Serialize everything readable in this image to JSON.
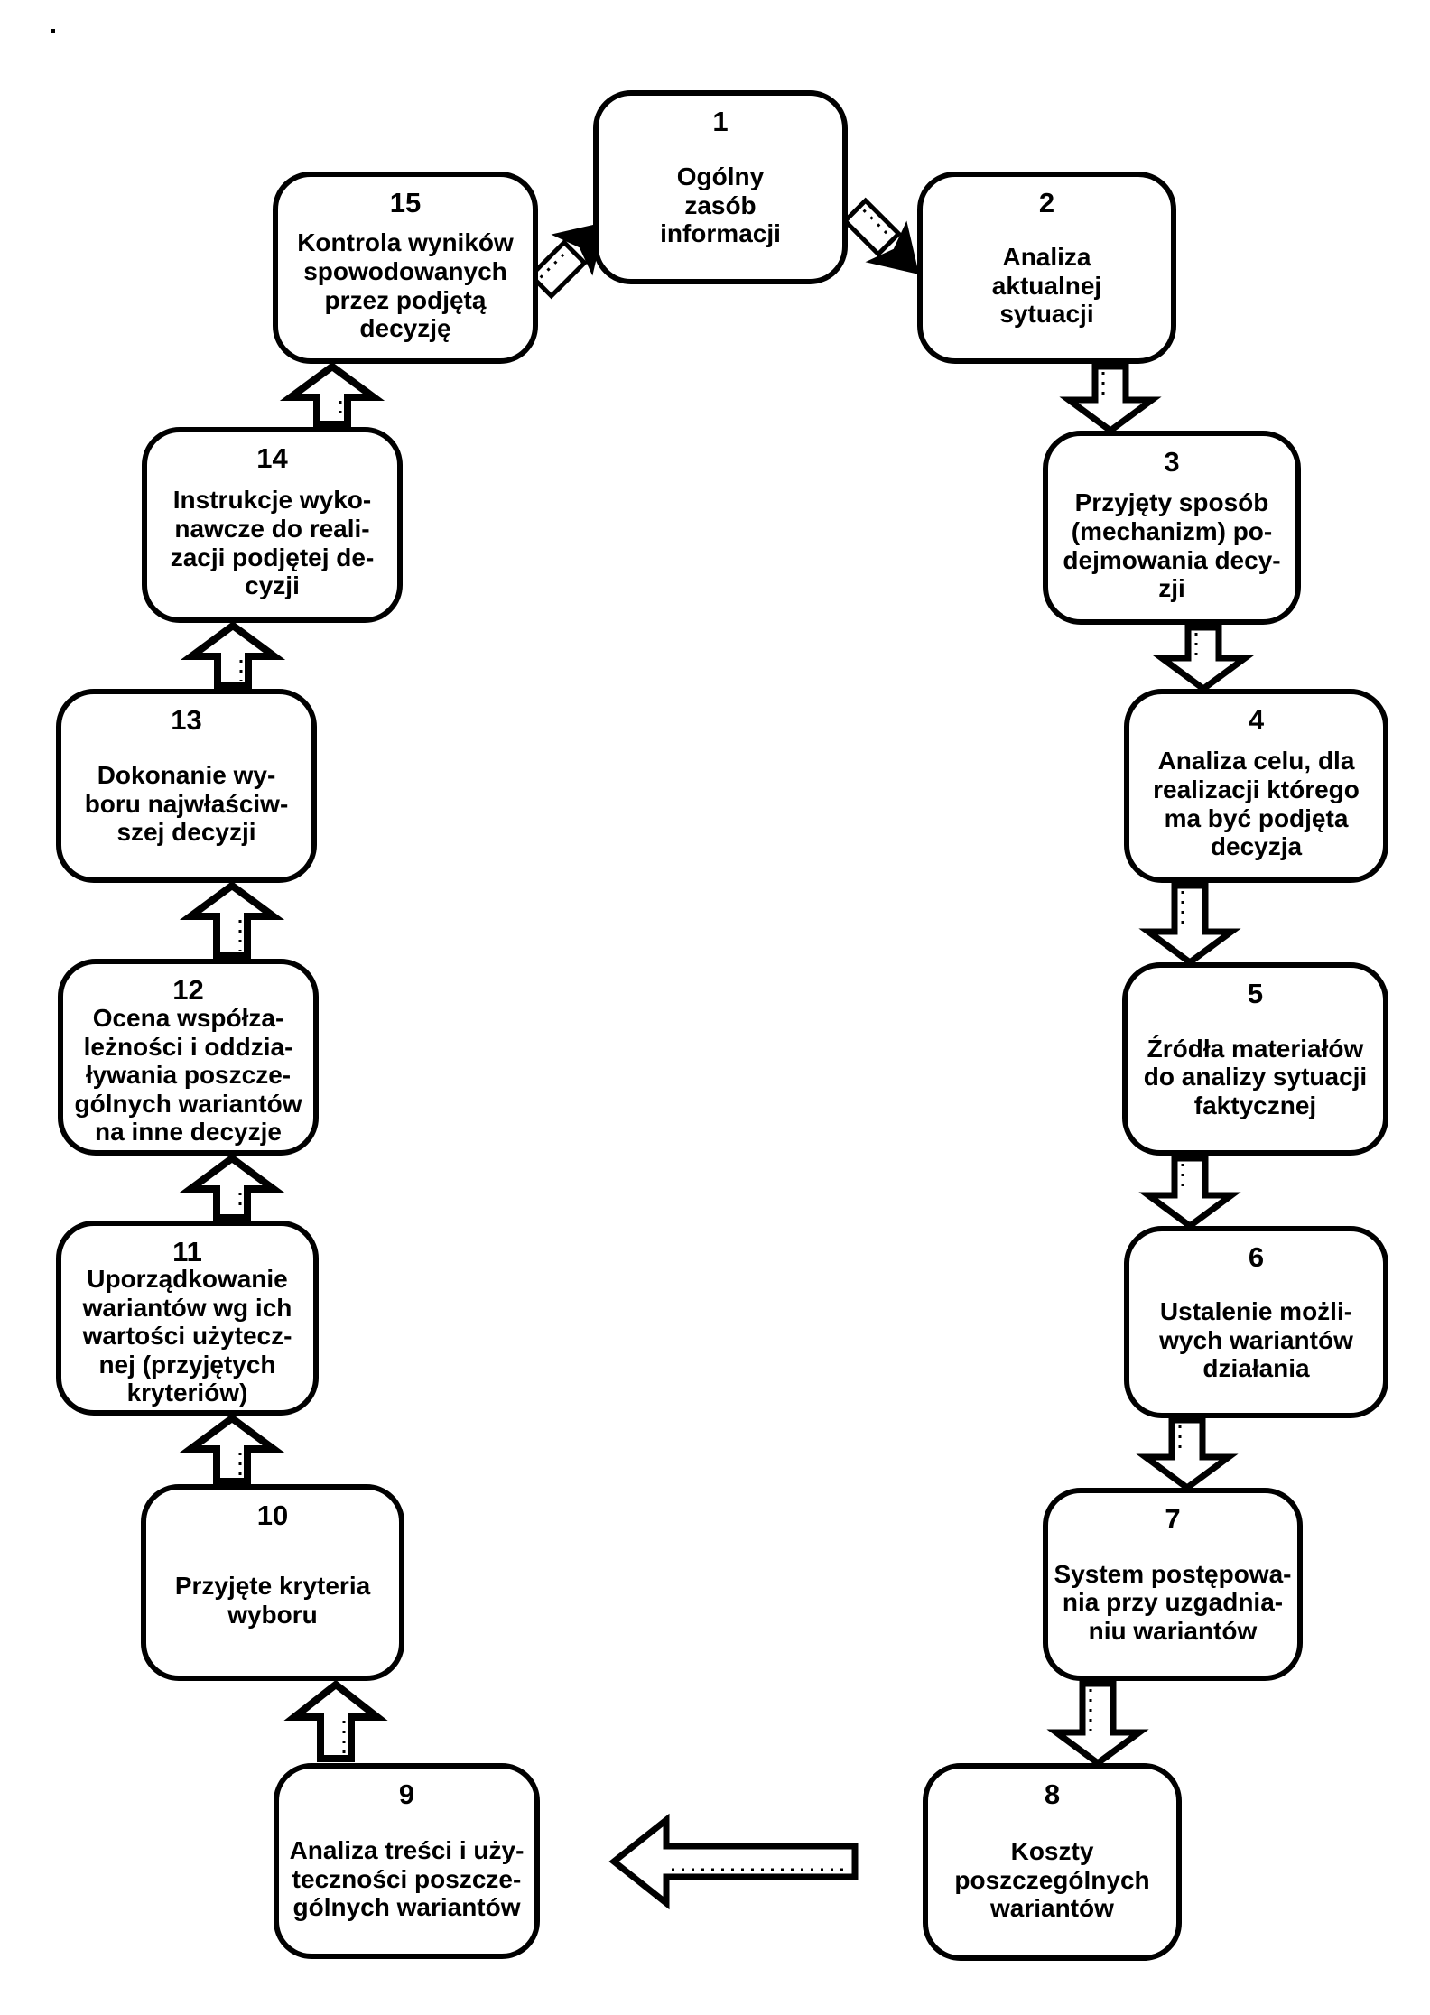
{
  "diagram": {
    "description": "Cykl podejmowania decyzji (decision-making cycle), 15 etapow",
    "colors": {
      "ink": "#000000",
      "paper": "#ffffff"
    },
    "boxes": [
      {
        "number": "1",
        "label": "Ogólny\nzasób\ninformacji"
      },
      {
        "number": "2",
        "label": "Analiza\naktualnej\nsytuacji"
      },
      {
        "number": "3",
        "label": "Przyjęty sposób\n(mechanizm) po-\ndejmowania decy-\nzji"
      },
      {
        "number": "4",
        "label": "Analiza celu, dla\nrealizacji którego\nma być podjęta\ndecyzja"
      },
      {
        "number": "5",
        "label": "Źródła materiałów\ndo analizy sytuacji\nfaktycznej"
      },
      {
        "number": "6",
        "label": "Ustalenie możli-\nwych wariantów\ndziałania"
      },
      {
        "number": "7",
        "label": "System postępowa-\nnia przy uzgadnia-\nniu wariantów"
      },
      {
        "number": "8",
        "label": "Koszty\nposzczególnych\nwariantów"
      },
      {
        "number": "9",
        "label": "Analiza treści i uży-\nteczności poszcze-\ngólnych wariantów"
      },
      {
        "number": "10",
        "label": "Przyjęte kryteria\nwyboru"
      },
      {
        "number": "11",
        "label": "Uporządkowanie\nwariantów wg ich\nwartości użytecz-\nnej (przyjętych\nkryteriów)"
      },
      {
        "number": "12",
        "label": "Ocena współza-\nleżności i oddzia-\nływania poszcze-\ngólnych wariantów\nna inne decyzje"
      },
      {
        "number": "13",
        "label": "Dokonanie wy-\nboru najwłaściw-\nszej decyzji"
      },
      {
        "number": "14",
        "label": "Instrukcje wyko-\nnawcze do reali-\nzacji podjętej de-\ncyzji"
      },
      {
        "number": "15",
        "label": "Kontrola wyników\nspowodowanych\nprzez podjętą\ndecyzję"
      }
    ],
    "connections": [
      {
        "from": "1",
        "to": "2"
      },
      {
        "from": "2",
        "to": "3"
      },
      {
        "from": "3",
        "to": "4"
      },
      {
        "from": "4",
        "to": "5"
      },
      {
        "from": "5",
        "to": "6"
      },
      {
        "from": "6",
        "to": "7"
      },
      {
        "from": "7",
        "to": "8"
      },
      {
        "from": "8",
        "to": "9"
      },
      {
        "from": "9",
        "to": "10"
      },
      {
        "from": "10",
        "to": "11"
      },
      {
        "from": "11",
        "to": "12"
      },
      {
        "from": "12",
        "to": "13"
      },
      {
        "from": "13",
        "to": "14"
      },
      {
        "from": "14",
        "to": "15"
      },
      {
        "from": "15",
        "to": "1"
      }
    ]
  }
}
